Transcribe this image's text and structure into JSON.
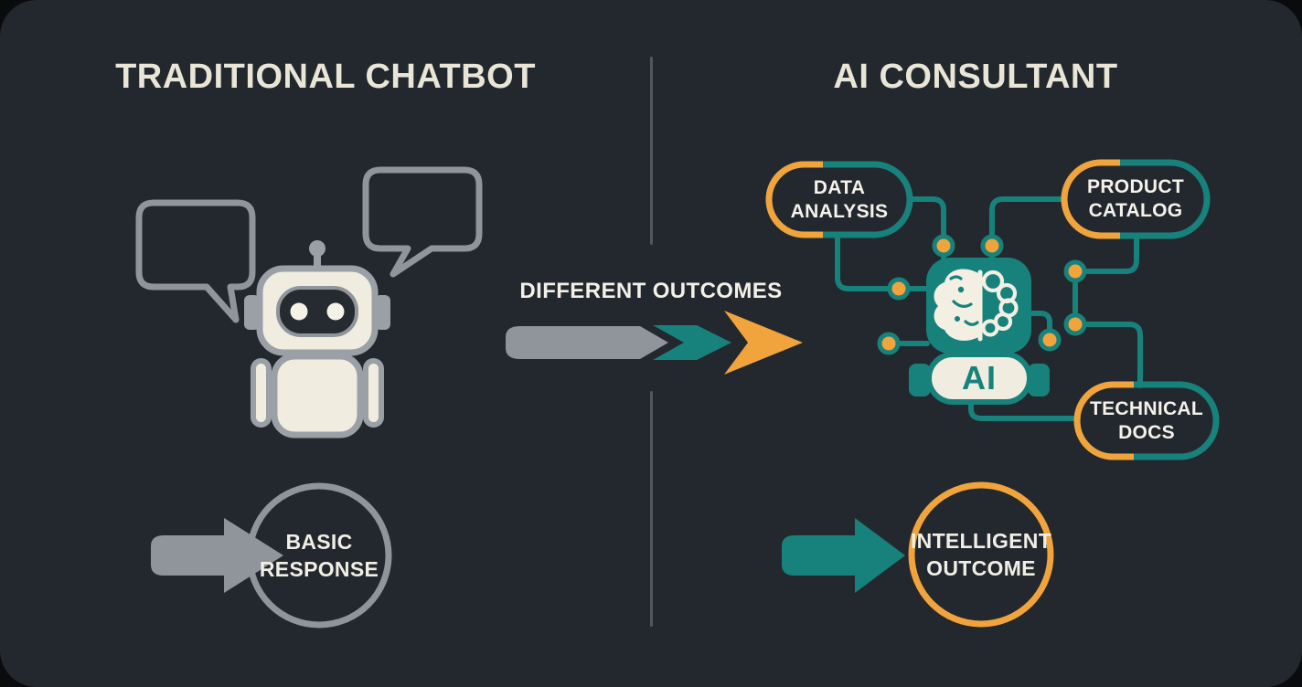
{
  "colors": {
    "outer_background": "#0a0b0c",
    "canvas_background": "#23282e",
    "cream": "#f0ecdf",
    "teal": "#17827c",
    "orange": "#f2a43c",
    "gray": "#8f959a",
    "divider": "#51575d",
    "title_text": "#e9e6d8",
    "label_text": "#f4f2ea"
  },
  "left_panel": {
    "title": "TRADITIONAL CHATBOT",
    "icons": [
      "speech-bubble-icon",
      "speech-bubble-icon",
      "robot-icon",
      "arrow-right-icon"
    ],
    "result": {
      "line1": "BASIC",
      "line2": "RESPONSE"
    }
  },
  "center": {
    "label": "DIFFERENT OUTCOMES",
    "icons": [
      "multi-segment-arrow-icon"
    ]
  },
  "right_panel": {
    "title": "AI CONSULTANT",
    "chip_label": "AI",
    "icons": [
      "ai-brain-chip-icon",
      "circuit-node-icon",
      "arrow-right-icon"
    ],
    "sources": [
      {
        "line1": "DATA",
        "line2": "ANALYSIS"
      },
      {
        "line1": "PRODUCT",
        "line2": "CATALOG"
      },
      {
        "line1": "TECHNICAL",
        "line2": "DOCS"
      }
    ],
    "result": {
      "line1": "INTELLIGENT",
      "line2": "OUTCOME"
    }
  }
}
